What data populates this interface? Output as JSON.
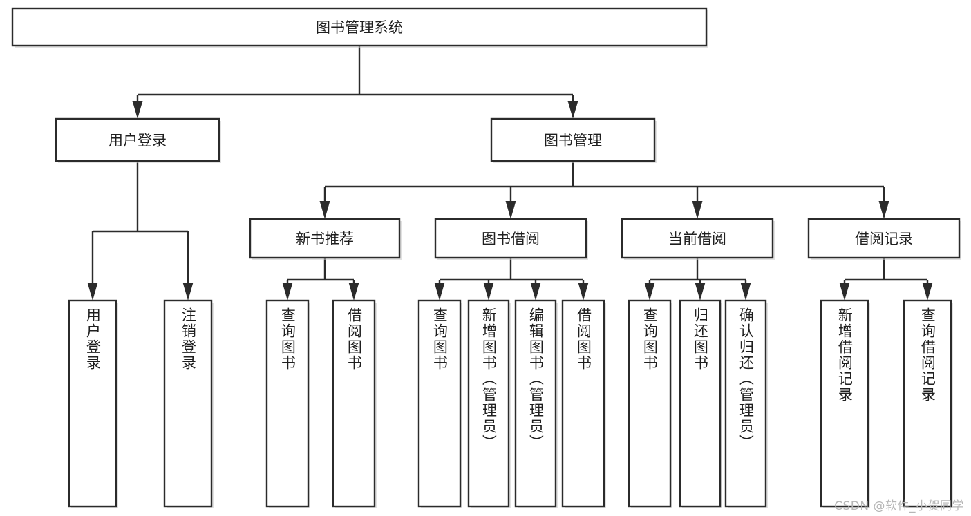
{
  "diagram": {
    "type": "tree",
    "title": "图书管理系统",
    "orientation": "top-down",
    "colors": {
      "box_fill": "#ffffff",
      "box_stroke": "#2b2b2b",
      "connector": "#2b2b2b",
      "text": "#1f1f1f",
      "watermark": "#b6b6b6",
      "background": "#ffffff"
    },
    "root": {
      "label": "图书管理系统",
      "orientation": "horizontal"
    },
    "level2": [
      {
        "label": "用户登录",
        "orientation": "horizontal"
      },
      {
        "label": "图书管理",
        "orientation": "horizontal"
      }
    ],
    "level3": [
      {
        "label": "新书推荐",
        "orientation": "horizontal"
      },
      {
        "label": "图书借阅",
        "orientation": "horizontal"
      },
      {
        "label": "当前借阅",
        "orientation": "horizontal"
      },
      {
        "label": "借阅记录",
        "orientation": "horizontal"
      }
    ],
    "leaves": {
      "user_login": [
        {
          "label": "用户登录",
          "orientation": "vertical"
        },
        {
          "label": "注销登录",
          "orientation": "vertical"
        }
      ],
      "new_book": [
        {
          "label": "查询图书",
          "orientation": "vertical"
        },
        {
          "label": "借阅图书",
          "orientation": "vertical"
        }
      ],
      "book_borrow": [
        {
          "label": "查询图书",
          "orientation": "vertical"
        },
        {
          "label": "新增图书（管理员）",
          "orientation": "vertical"
        },
        {
          "label": "编辑图书（管理员）",
          "orientation": "vertical"
        },
        {
          "label": "借阅图书",
          "orientation": "vertical"
        }
      ],
      "current_borrow": [
        {
          "label": "查询图书",
          "orientation": "vertical"
        },
        {
          "label": "归还图书",
          "orientation": "vertical"
        },
        {
          "label": "确认归还（管理员）",
          "orientation": "vertical"
        }
      ],
      "borrow_record": [
        {
          "label": "新增借阅记录",
          "orientation": "vertical"
        },
        {
          "label": "查询借阅记录",
          "orientation": "vertical"
        }
      ]
    }
  },
  "watermark": {
    "text": "CSDN @软件_小贺同学"
  }
}
